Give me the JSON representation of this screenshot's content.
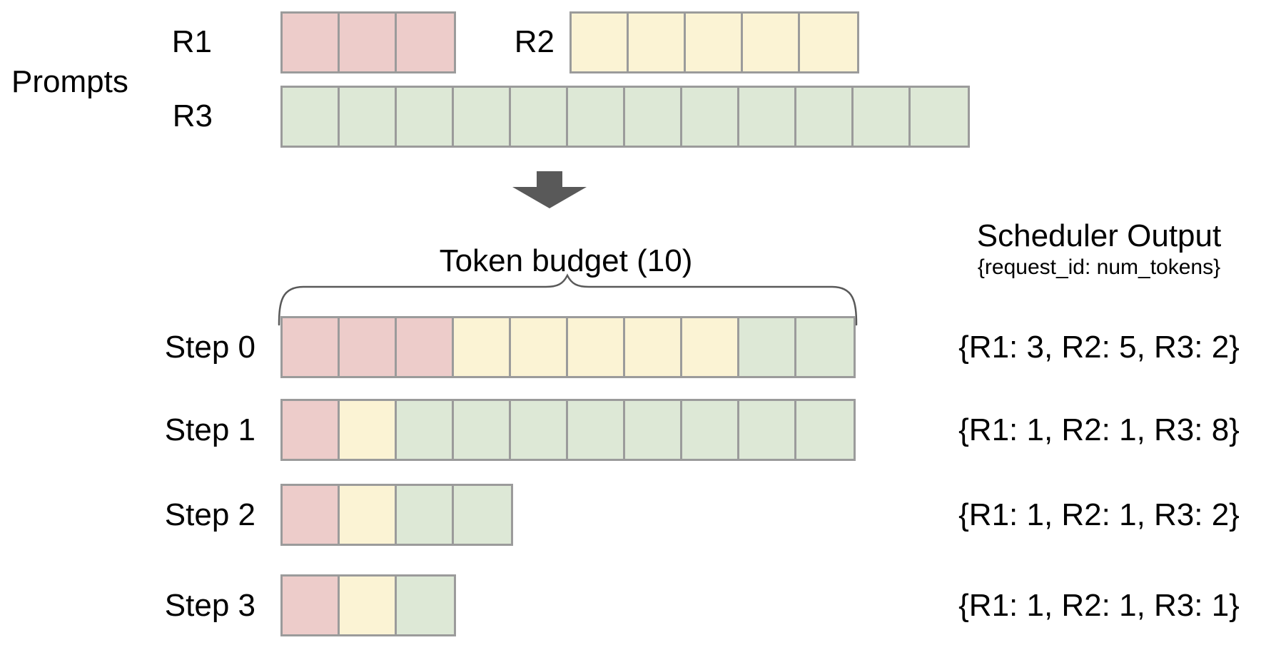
{
  "colors": {
    "r1": "#edccca",
    "r2": "#fbf3d4",
    "r3": "#dde8d6",
    "cell_border": "#9b9b9b",
    "arrow": "#595959",
    "brace": "#595959",
    "text": "#000000",
    "background": "#ffffff"
  },
  "prompts": {
    "section_label": "Prompts",
    "requests": [
      {
        "label": "R1",
        "tokens": 3,
        "color": "r1"
      },
      {
        "label": "R2",
        "tokens": 5,
        "color": "r2"
      },
      {
        "label": "R3",
        "tokens": 12,
        "color": "r3"
      }
    ]
  },
  "token_budget": {
    "label": "Token budget (10)",
    "value": 10
  },
  "scheduler_output": {
    "title": "Scheduler Output",
    "subtitle": "{request_id: num_tokens}"
  },
  "steps": [
    {
      "label": "Step 0",
      "scheduler_output": "{R1: 3, R2: 5, R3: 2}",
      "allocations": [
        {
          "label": "R1",
          "tokens": 3,
          "color": "r1"
        },
        {
          "label": "R2",
          "tokens": 5,
          "color": "r2"
        },
        {
          "label": "R3",
          "tokens": 2,
          "color": "r3"
        }
      ]
    },
    {
      "label": "Step 1",
      "scheduler_output": "{R1: 1, R2: 1, R3: 8}",
      "allocations": [
        {
          "label": "R1",
          "tokens": 1,
          "color": "r1"
        },
        {
          "label": "R2",
          "tokens": 1,
          "color": "r2"
        },
        {
          "label": "R3",
          "tokens": 8,
          "color": "r3"
        }
      ]
    },
    {
      "label": "Step 2",
      "scheduler_output": "{R1: 1, R2: 1, R3: 2}",
      "allocations": [
        {
          "label": "R1",
          "tokens": 1,
          "color": "r1"
        },
        {
          "label": "R2",
          "tokens": 1,
          "color": "r2"
        },
        {
          "label": "R3",
          "tokens": 2,
          "color": "r3"
        }
      ]
    },
    {
      "label": "Step 3",
      "scheduler_output": "{R1: 1, R2: 1, R3: 1}",
      "allocations": [
        {
          "label": "R1",
          "tokens": 1,
          "color": "r1"
        },
        {
          "label": "R2",
          "tokens": 1,
          "color": "r2"
        },
        {
          "label": "R3",
          "tokens": 1,
          "color": "r3"
        }
      ]
    }
  ]
}
